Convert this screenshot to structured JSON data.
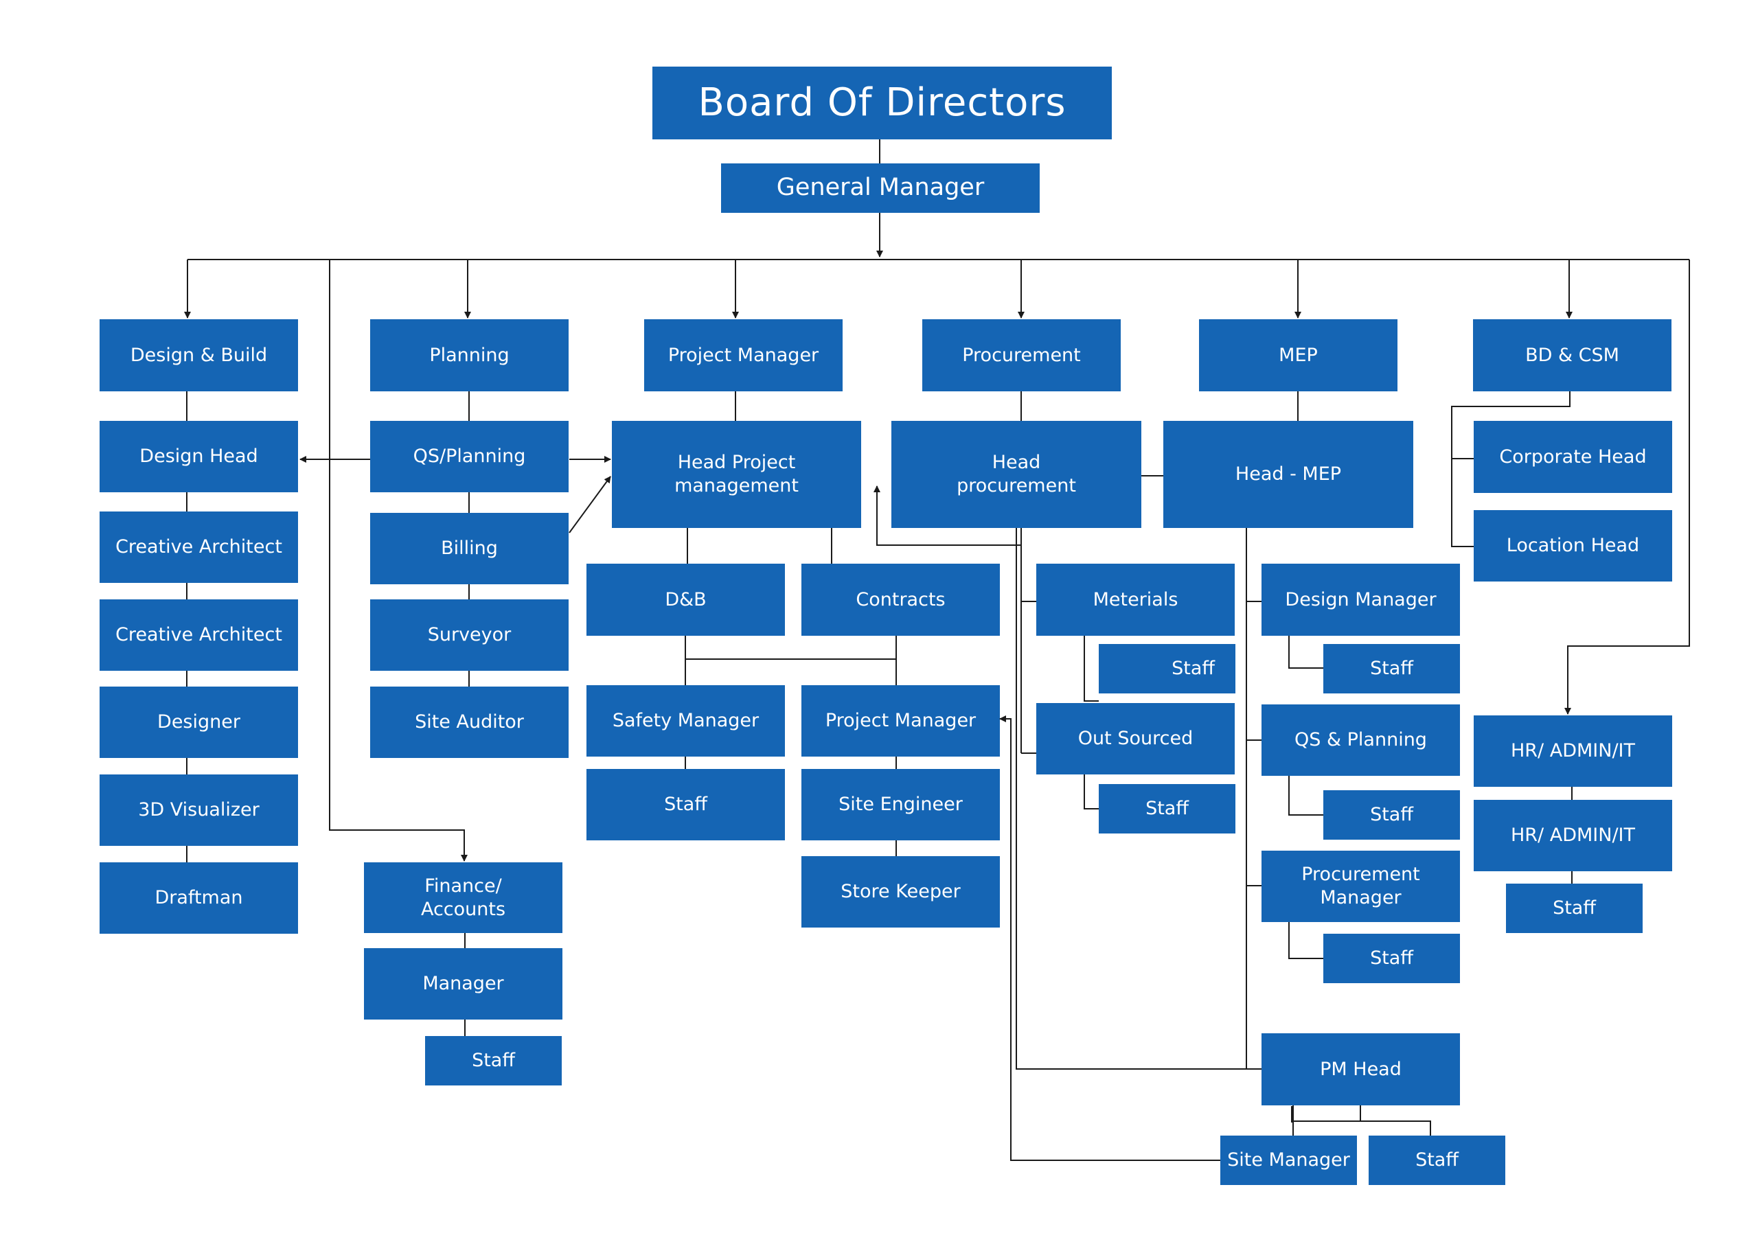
{
  "colors": {
    "box": "#1565b4",
    "text": "#ffffff",
    "line": "#1a1a1a"
  },
  "nodes": {
    "board": "Board Of Directors",
    "general_manager": "General Manager",
    "design_build": "Design & Build",
    "design_head": "Design Head",
    "creative_architect_1": "Creative Architect",
    "creative_architect_2": "Creative Architect",
    "designer": "Designer",
    "visualizer_3d": "3D Visualizer",
    "draftman": "Draftman",
    "planning": "Planning",
    "qs_planning": "QS/Planning",
    "billing": "Billing",
    "surveyor": "Surveyor",
    "site_auditor": "Site Auditor",
    "finance_accounts": "Finance/\nAccounts",
    "finance_manager": "Manager",
    "finance_staff": "Staff",
    "project_manager_top": "Project Manager",
    "head_project_management": "Head Project\nmanagement",
    "db": "D&B",
    "contracts": "Contracts",
    "safety_manager": "Safety Manager",
    "safety_staff": "Staff",
    "project_manager_sub": "Project Manager",
    "site_engineer": "Site Engineer",
    "store_keeper": "Store Keeper",
    "procurement": "Procurement",
    "head_procurement": "Head\nprocurement",
    "materials": "Meterials",
    "materials_staff": "Staff",
    "out_sourced": "Out Sourced",
    "out_sourced_staff": "Staff",
    "mep": "MEP",
    "head_mep": "Head - MEP",
    "design_manager": "Design Manager",
    "design_manager_staff": "Staff",
    "qs_and_planning": "QS & Planning",
    "qs_and_planning_staff": "Staff",
    "procurement_manager": "Procurement\nManager",
    "procurement_manager_staff": "Staff",
    "pm_head": "PM Head",
    "site_manager": "Site Manager",
    "pm_staff": "Staff",
    "bd_csm": "BD & CSM",
    "corporate_head": "Corporate Head",
    "location_head": "Location Head",
    "hr_admin_it_1": "HR/ ADMIN/IT",
    "hr_admin_it_2": "HR/ ADMIN/IT",
    "hr_staff": "Staff"
  }
}
